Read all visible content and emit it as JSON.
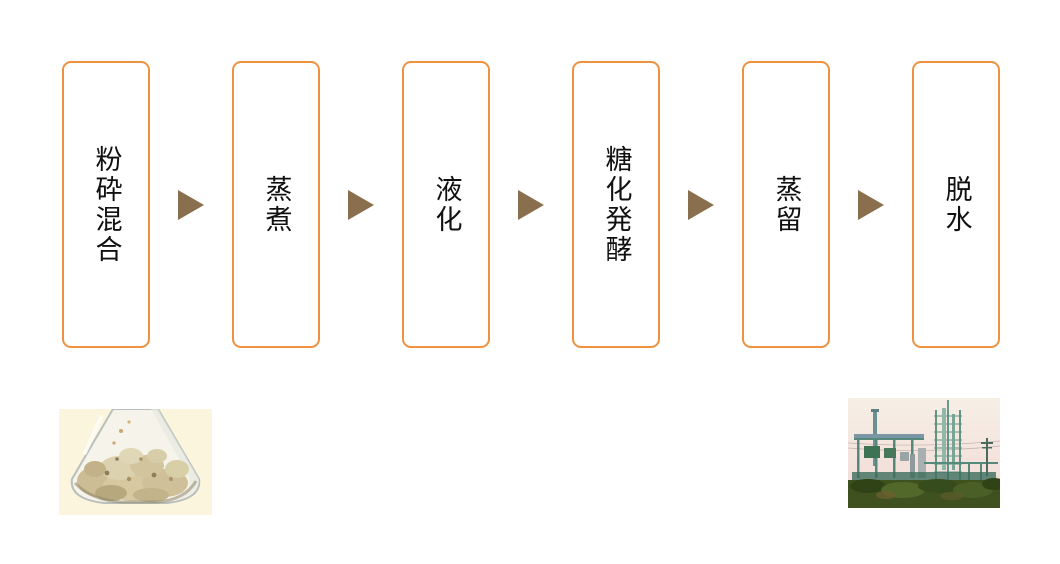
{
  "theme": {
    "box_border_color": "#ef9240",
    "arrow_color": "#8a6f4e",
    "text_color": "#111111",
    "flask_photo_background": "#fbf5dd"
  },
  "flow": {
    "steps": [
      {
        "label": "粉砕混合"
      },
      {
        "label": "蒸煮"
      },
      {
        "label": "液化"
      },
      {
        "label": "糖化発酵"
      },
      {
        "label": "蒸留"
      },
      {
        "label": "脱水"
      }
    ],
    "arrow_icon": "right-pointing-triangle"
  },
  "photos": {
    "flask": {
      "name": "erlenmeyer-flask-with-crushed-biomass-photo"
    },
    "plant": {
      "name": "ethanol-distillation-plant-photo"
    }
  }
}
